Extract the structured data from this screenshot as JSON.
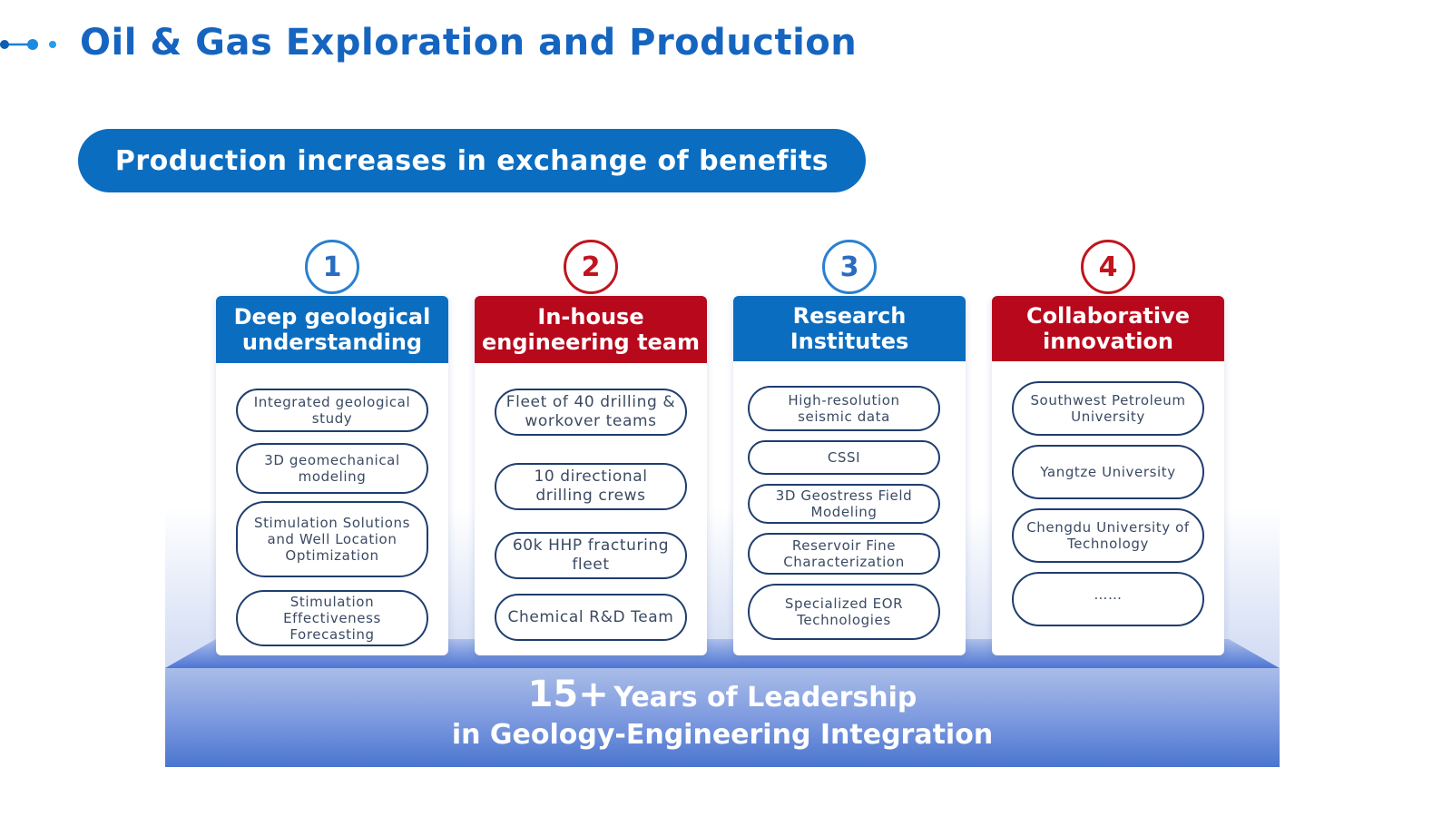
{
  "header": {
    "title": "Oil & Gas Exploration and Production"
  },
  "banner": {
    "text": "Production increases in exchange of benefits"
  },
  "columns": [
    {
      "number": "1",
      "title": "Deep geological understanding",
      "items": [
        "Integrated geological study",
        "3D geomechanical modeling",
        "Stimulation Solutions and Well Location Optimization",
        "Stimulation Effectiveness Forecasting"
      ]
    },
    {
      "number": "2",
      "title": "In-house engineering team",
      "items": [
        "Fleet of 40 drilling & workover teams",
        "10 directional drilling crews",
        "60k HHP fracturing fleet",
        "Chemical R&D Team"
      ]
    },
    {
      "number": "3",
      "title": "Research Institutes",
      "items": [
        "High-resolution seismic data",
        "CSSI",
        "3D Geostress Field Modeling",
        "Reservoir Fine Characterization",
        "Specialized EOR Technologies"
      ]
    },
    {
      "number": "4",
      "title": "Collaborative innovation",
      "items": [
        "Southwest Petroleum University",
        "Yangtze University",
        "Chengdu University of Technology",
        "……"
      ]
    }
  ],
  "foundation": {
    "number": "15+",
    "line1": "Years of Leadership",
    "line2": "in Geology-Engineering Integration"
  },
  "colors": {
    "blue": "#0b6dc0",
    "red": "#b8081c",
    "base": "#4a75cf"
  }
}
